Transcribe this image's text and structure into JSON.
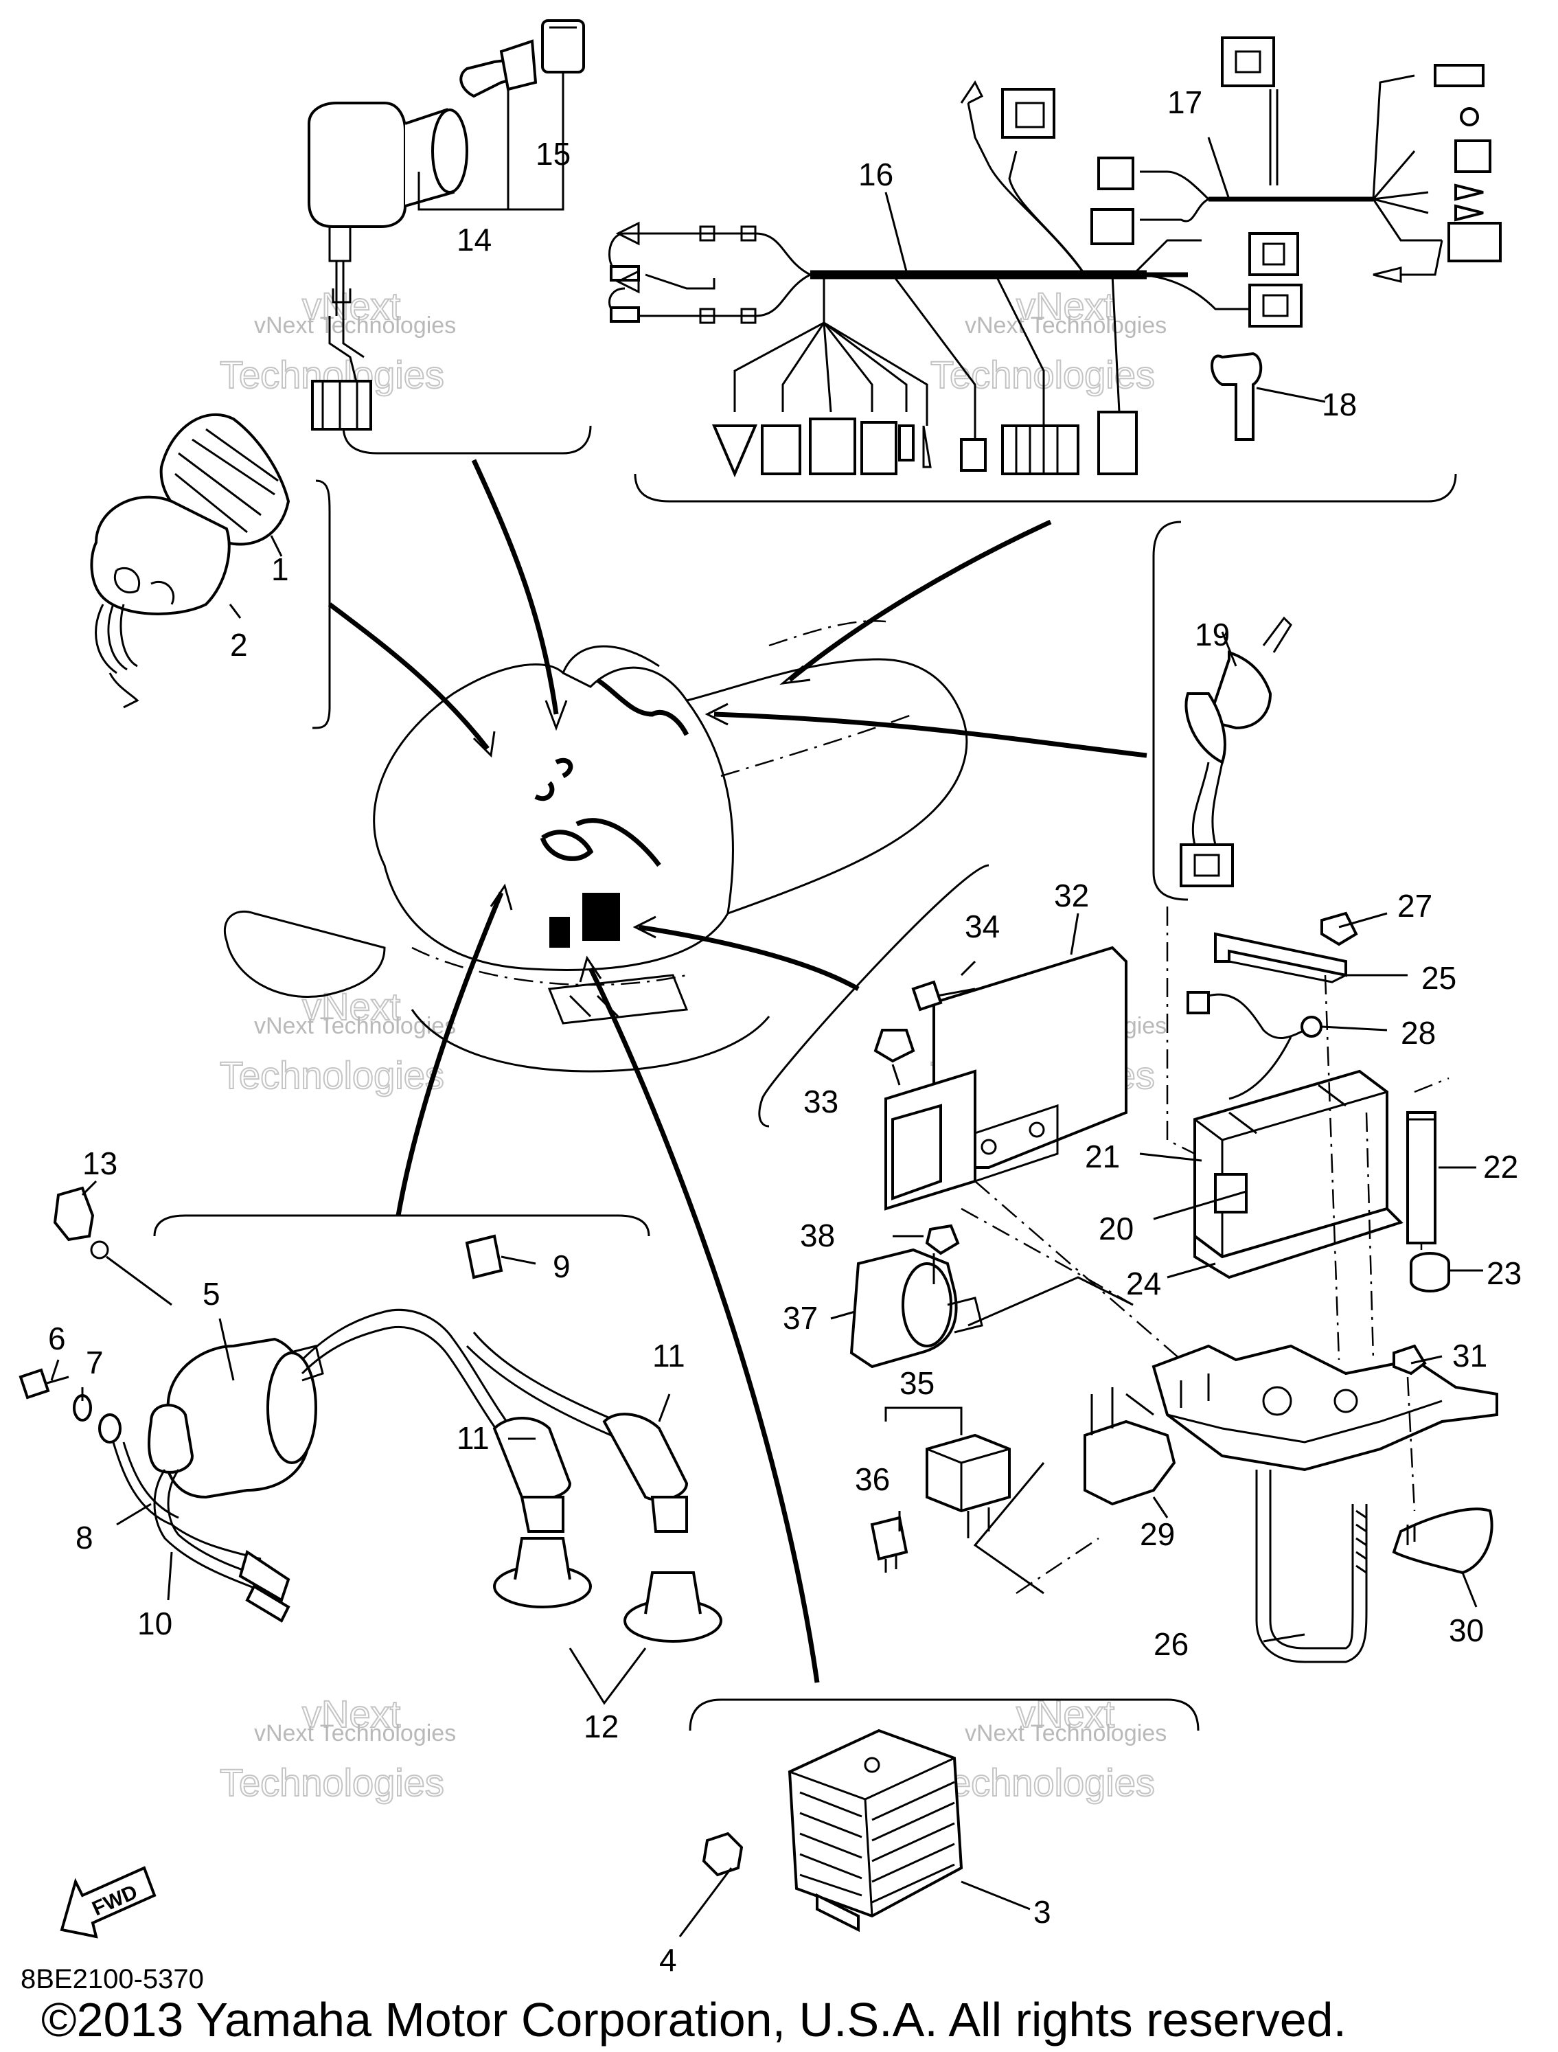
{
  "diagram": {
    "part_number": "8BE2100-5370",
    "copyright": "©2013 Yamaha Motor Corporation, U.S.A. All rights reserved.",
    "direction_marker": "FWD",
    "watermark_line1": "vNext Technologies",
    "watermark_line2": "vNext",
    "watermark_line3": "Technologies",
    "callouts": [
      "1",
      "2",
      "3",
      "4",
      "5",
      "6",
      "7",
      "8",
      "9",
      "10",
      "11",
      "11",
      "12",
      "13",
      "14",
      "15",
      "16",
      "17",
      "18",
      "19",
      "20",
      "21",
      "22",
      "23",
      "24",
      "25",
      "26",
      "27",
      "28",
      "29",
      "30",
      "31",
      "32",
      "33",
      "34",
      "35",
      "36",
      "37",
      "38"
    ]
  }
}
